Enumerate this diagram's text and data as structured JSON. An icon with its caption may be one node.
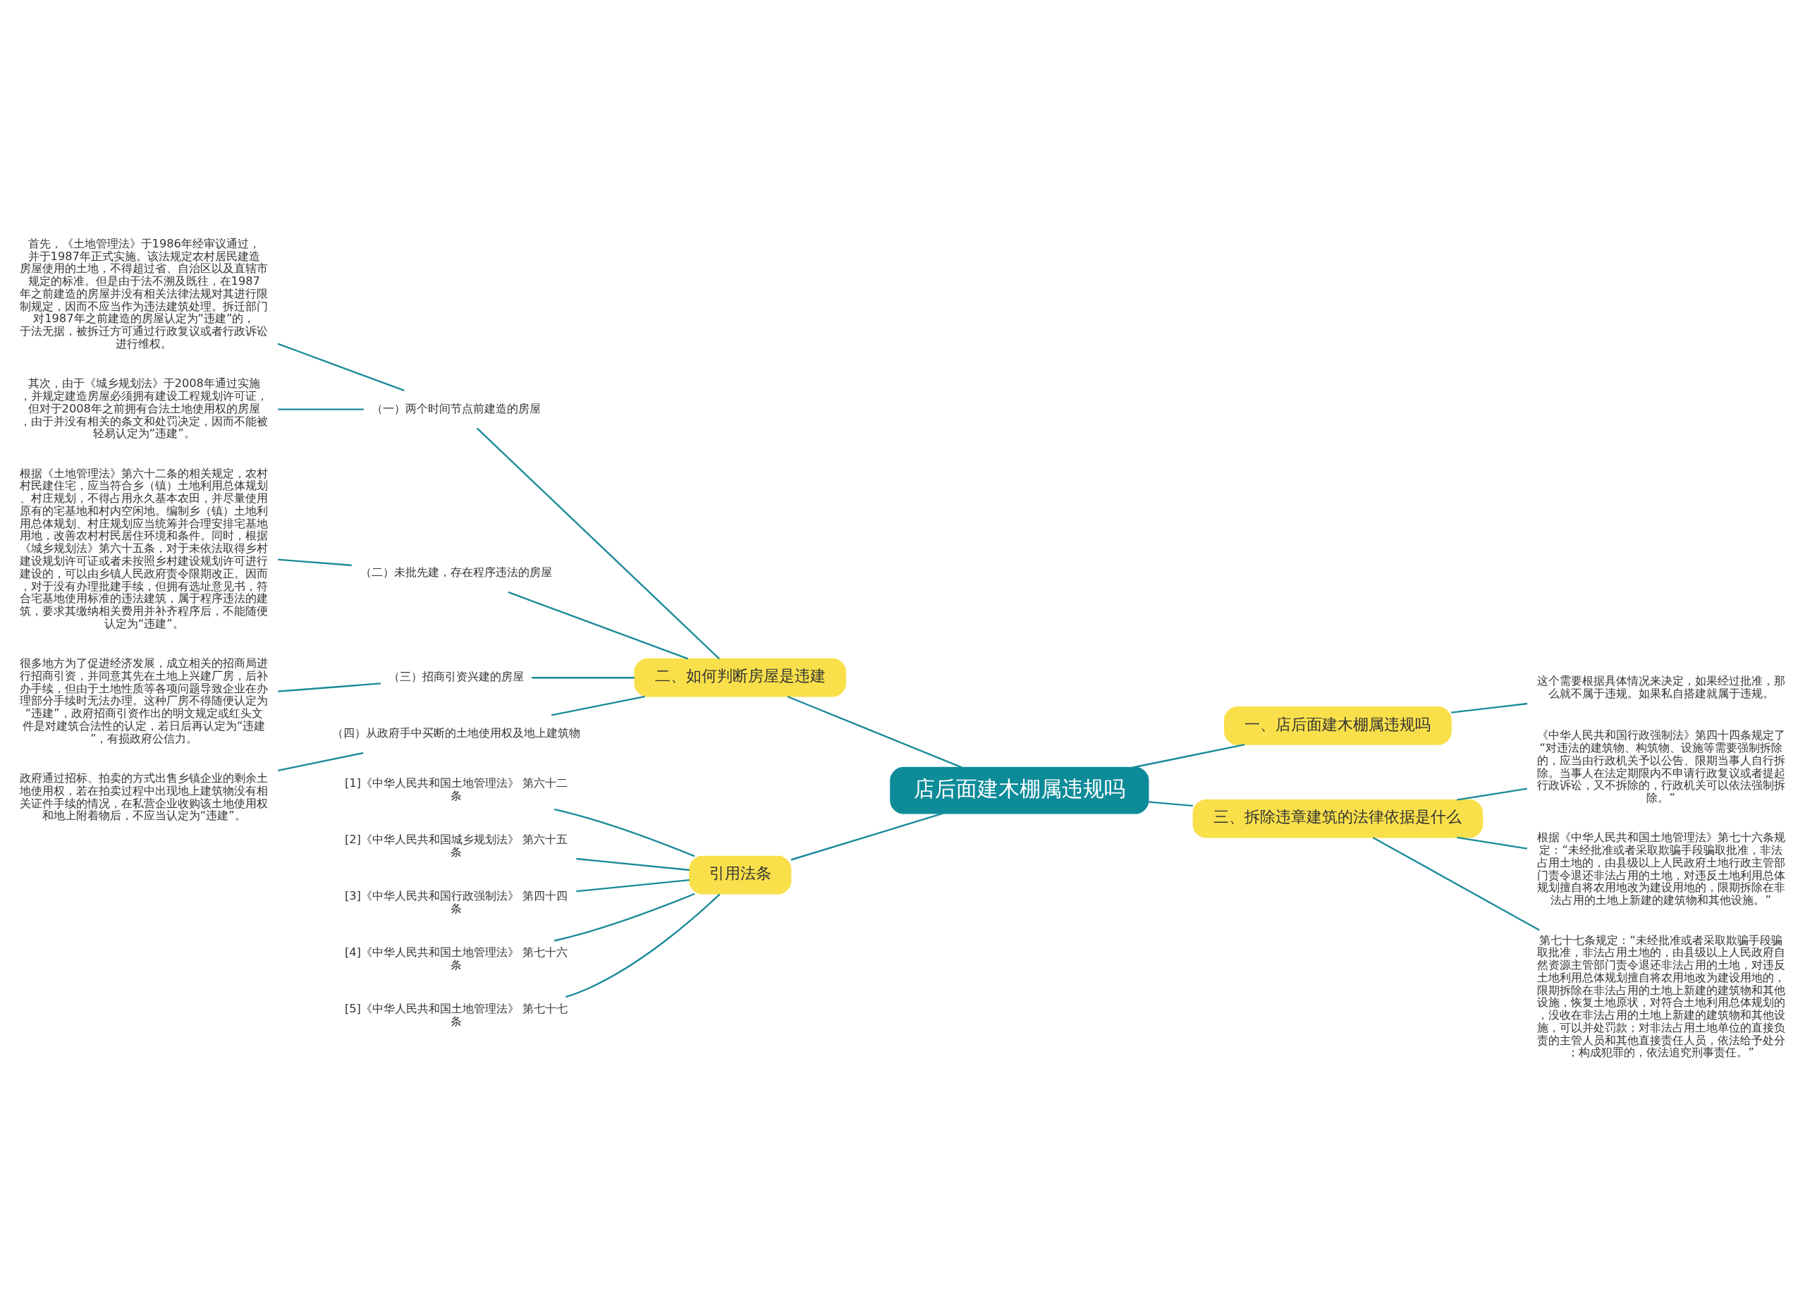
{
  "diagram": {
    "nodes": [
      {
        "text": [
          "店后面建木棚属违规吗"
        ]
      },
      {
        "text": [
          "二、如何判断房屋是违建"
        ]
      },
      {
        "text": [
          "（一）两个时间节点前建造的房屋"
        ]
      },
      {
        "text": [
          "首先，《土地管理法》于1986年经审议通过，并于1987年正式实施。该法规定农村居民建造房屋使用的土地，不得超过省、自治区以及直辖市规定的标准。但是由于法不溯及既往，在1987年之前建造的房屋并没有相关法律法规对其进行限制规定，因而不应当作为违法建筑处理。拆迁部门对1987年之前建造的房屋认定为“违建”的，于法无据，被拆迁方可通过行政复议或者行政诉讼进行维权。"
        ]
      },
      {
        "text": [
          "其次，由于《城乡规划法》于2008年通过实施，并规定建造房屋必须拥有建设工程规划许可证，但对于2008年之前拥有合法土地使用权的房屋，由于并没有相关的条文和处罚决定，因而不能被轻易认定为“违建”。"
        ]
      },
      {
        "text": [
          "（二）未批先建，存在程序违法的房屋"
        ]
      },
      {
        "text": [
          "根据《土地管理法》第六十二条的相关规定，农村村民建住宅，应当符合乡（镇）土地利用总体规划、村庄规划，不得占用永久基本农田，并尽量使用原有的宅基地和村内空闲地。编制乡（镇）土地利用总体规划、村庄规划应当统筹并合理安排宅基地用地，改善农村村民居住环境和条件。同时，根据《城乡规划法》第六十五条，对于未依法取得乡村建设规划许可证或者未按照乡村建设规划许可进行建设的，可以由乡镇人民政府责令限期改正。因而，对于没有办理批建手续，但拥有选址意见书，符合宅基地使用标准的违法建筑，属于程序违法的建筑，要求其缴纳相关费用并补齐程序后，不能随便认定为“违建”。"
        ]
      },
      {
        "text": [
          "（三）招商引资兴建的房屋"
        ]
      },
      {
        "text": [
          "很多地方为了促进经济发展，成立相关的招商局进行招商引资，并同意其先在土地上兴建厂房，后补办手续，但由于土地性质等各项问题导致企业在办理部分手续时无法办理。这种厂房不得随便认定为“违建”，政府招商引资作出的明文规定或红头文件是对建筑合法性的认定，若日后再认定为“违建”，有损政府公信力。"
        ]
      },
      {
        "text": [
          "（四）从政府手中买断的土地使用权及地上建筑物"
        ]
      },
      {
        "text": [
          "政府通过招标、拍卖的方式出售乡镇企业的剩余土地使用权，若在拍卖过程中出现地上建筑物没有相关证件手续的情况，在私营企业收购该土地使用权和地上附着物后，不应当认定为“违建”。"
        ]
      },
      {
        "text": [
          "引用法条"
        ]
      },
      {
        "text": [
          "[1]《中华人民共和国土地管理法》 第六十二条"
        ]
      },
      {
        "text": [
          "[2]《中华人民共和国城乡规划法》 第六十五条"
        ]
      },
      {
        "text": [
          "[3]《中华人民共和国行政强制法》 第四十四条"
        ]
      },
      {
        "text": [
          "[4]《中华人民共和国土地管理法》 第七十六条"
        ]
      },
      {
        "text": [
          "[5]《中华人民共和国土地管理法》 第七十七条"
        ]
      },
      {
        "text": [
          "一、店后面建木棚属违规吗"
        ]
      },
      {
        "text": [
          "这个需要根据具体情况来决定，如果经过批准，那么就不属于违规。如果私自搭建就属于违规。"
        ]
      },
      {
        "text": [
          "三、拆除违章建筑的法律依据是什么"
        ]
      },
      {
        "text": [
          "《中华人民共和国行政强制法》第四十四条规定了“对违法的建筑物、构筑物、设施等需要强制拆除的，应当由行政机关予以公告、限期当事人自行拆除。当事人在法定期限内不申请行政复议或者提起行政诉讼，又不拆除的，行政机关可以依法强制拆除。”"
        ]
      },
      {
        "text": [
          "根据《中华人民共和国土地管理法》第七十六条规定：“未经批准或者采取欺骗手段骗取批准，非法占用土地的，由县级以上人民政府土地行政主管部门责令退还非法占用的土地，对违反土地利用总体规划擅自将农用地改为建设用地的，限期拆除在非法占用的土地上新建的建筑物和其他设施。”"
        ]
      },
      {
        "text": [
          "第七十七条规定：“未经批准或者采取欺骗手段骗取批准，非法占用土地的，由县级以上人民政府自然资源主管部门责令退还非法占用的土地，对违反土地利用总体规划擅自将农用地改为建设用地的，限期拆除在非法占用的土地上新建的建筑物和其他设施，恢复土地原状，对符合土地利用总体规划的，没收在非法占用的土地上新建的建筑物和其他设施，可以并处罚款；对非法占用土地单位的直接负责的主管人员和其他直接责任人员，依法给予处分；构成犯罪的，依法追究刑事责任。”"
        ]
      }
    ],
    "edges": [
      {
        "from": 0,
        "to": 1,
        "arrow": "none"
      },
      {
        "from": 1,
        "to": 2,
        "arrow": "none"
      },
      {
        "from": 2,
        "to": 3,
        "arrow": "none"
      },
      {
        "from": 2,
        "to": 4,
        "arrow": "none"
      },
      {
        "from": 1,
        "to": 5,
        "arrow": "none"
      },
      {
        "from": 5,
        "to": 6,
        "arrow": "none"
      },
      {
        "from": 1,
        "to": 7,
        "arrow": "none"
      },
      {
        "from": 7,
        "to": 8,
        "arrow": "none"
      },
      {
        "from": 1,
        "to": 9,
        "arrow": "none"
      },
      {
        "from": 9,
        "to": 10,
        "arrow": "none"
      },
      {
        "from": 0,
        "to": 11,
        "arrow": "none"
      },
      {
        "from": 11,
        "to": 12,
        "arrow": "none"
      },
      {
        "from": 11,
        "to": 13,
        "arrow": "none"
      },
      {
        "from": 11,
        "to": 14,
        "arrow": "none"
      },
      {
        "from": 11,
        "to": 15,
        "arrow": "none"
      },
      {
        "from": 11,
        "to": 16,
        "arrow": "none"
      },
      {
        "from": 0,
        "to": 17,
        "arrow": "none"
      },
      {
        "from": 17,
        "to": 18,
        "arrow": "none"
      },
      {
        "from": 0,
        "to": 19,
        "arrow": "none"
      },
      {
        "from": 19,
        "to": 20,
        "arrow": "none"
      },
      {
        "from": 19,
        "to": 21,
        "arrow": "none"
      },
      {
        "from": 19,
        "to": 22,
        "arrow": "none"
      }
    ]
  }
}
